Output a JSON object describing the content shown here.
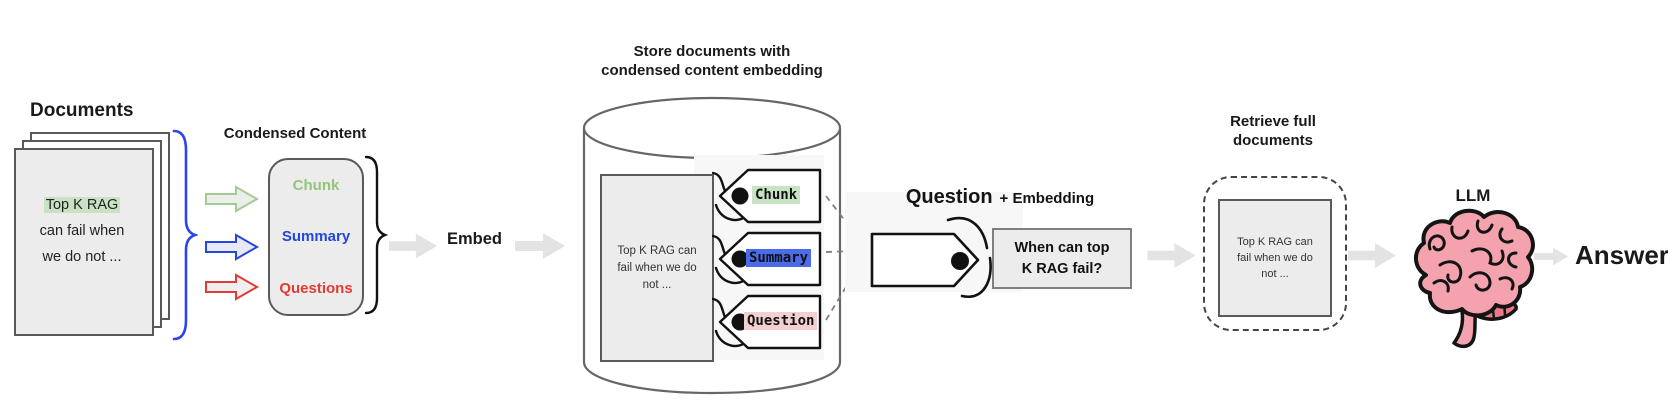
{
  "documents": {
    "title": "Documents",
    "doc": {
      "line1_highlight": "Top K RAG",
      "line2": "can fail when",
      "line3": "we do not ..."
    }
  },
  "condensed": {
    "title": "Condensed Content",
    "items": [
      {
        "label": "Chunk",
        "color": "#93c47d"
      },
      {
        "label": "Summary",
        "color": "#2446df"
      },
      {
        "label": "Questions",
        "color": "#e33b31"
      }
    ]
  },
  "embed": {
    "label": "Embed"
  },
  "store": {
    "title_line1": "Store documents with",
    "title_line2": "condensed content embedding",
    "document": {
      "line1": "Top K RAG can",
      "line2": "fail when we do",
      "line3": "not ..."
    },
    "tags": [
      {
        "label": "Chunk",
        "highlight": "#c8e3c4"
      },
      {
        "label": "Summary",
        "highlight": "#4a6ceb"
      },
      {
        "label": "Question",
        "highlight": "#f3cfcf"
      }
    ]
  },
  "query": {
    "heading_main": "Question",
    "heading_plus": "+ Embedding",
    "box_line1": "When can top",
    "box_line2": "K RAG fail?"
  },
  "retrieve": {
    "title_line1": "Retrieve full",
    "title_line2": "documents",
    "document": {
      "line1": "Top K RAG can",
      "line2": "fail when we do",
      "line3": "not ..."
    }
  },
  "llm": {
    "label": "LLM"
  },
  "answer": {
    "label": "Answer"
  },
  "palette": {
    "doc_fill": "#ececec",
    "doc_border": "#595959",
    "highlight_green": "#c9e2c3",
    "arrow_green": "#a4cb95",
    "arrow_blue": "#2446df",
    "arrow_red": "#e33b31",
    "flow_arrow_gray": "#e3e3e3",
    "brace_blue": "#2b46e8",
    "brain_pink": "#f4a3ae"
  }
}
